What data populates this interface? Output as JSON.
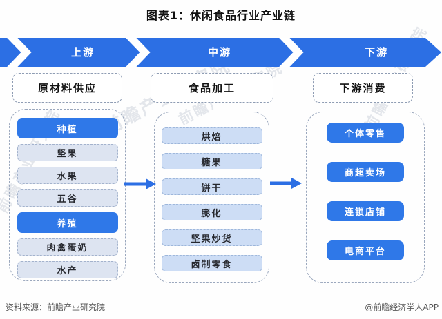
{
  "title": "图表1：休闲食品行业产业链",
  "accent_color": "#2c6fe4",
  "banner": {
    "segments": [
      "上游",
      "中游",
      "下游"
    ]
  },
  "columns": [
    {
      "header": "原材料供应",
      "items": [
        "种植",
        "坚果",
        "水果",
        "五谷",
        "养殖",
        "肉禽蛋奶",
        "水产"
      ]
    },
    {
      "header": "食品加工",
      "items": [
        "烘焙",
        "糖果",
        "饼干",
        "膨化",
        "坚果炒货",
        "卤制零食"
      ]
    },
    {
      "header": "下游消费",
      "items": [
        "个体零售",
        "商超卖场",
        "连锁店铺",
        "电商平台"
      ]
    }
  ],
  "footer": {
    "source": "资料来源：前瞻产业研究院",
    "credit": "@前瞻经济学人APP"
  },
  "watermark": "前瞻产业研究院"
}
